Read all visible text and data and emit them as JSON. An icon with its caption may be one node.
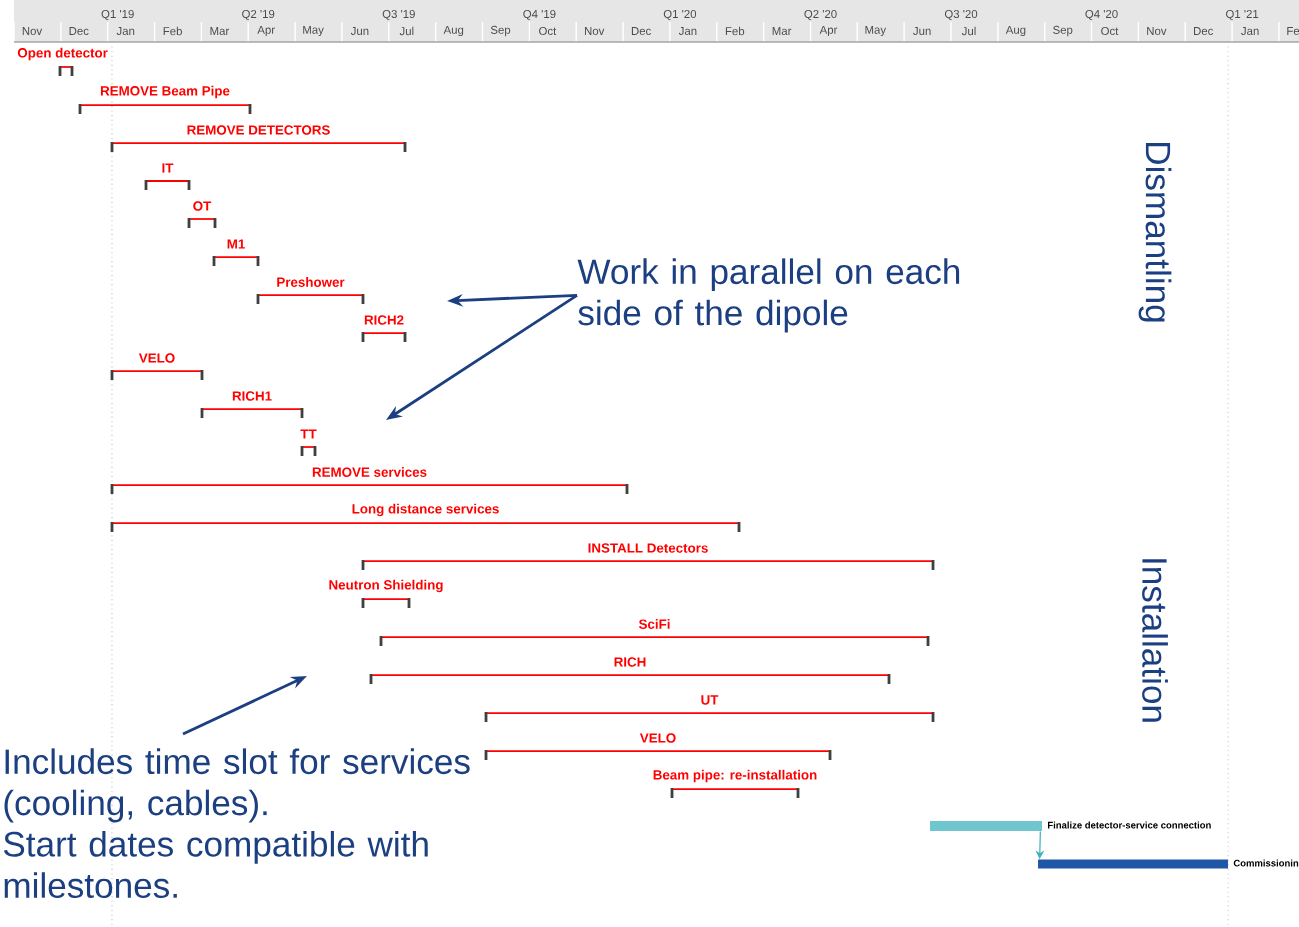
{
  "diagram": {
    "nodes": [
      {
        "text": [
          "Open detector"
        ]
      },
      {
        "text": [
          "REMOVE Beam Pipe"
        ]
      },
      {
        "text": [
          "REMOVE DETECTORS"
        ]
      },
      {
        "text": [
          "IT"
        ]
      },
      {
        "text": [
          "OT"
        ]
      },
      {
        "text": [
          "M1"
        ]
      },
      {
        "text": [
          "Preshower"
        ]
      },
      {
        "text": [
          "RICH2"
        ]
      },
      {
        "text": [
          "VELO"
        ]
      },
      {
        "text": [
          "RICH1"
        ]
      },
      {
        "text": [
          "TT"
        ]
      },
      {
        "text": [
          "REMOVE services"
        ]
      },
      {
        "text": [
          "Long distance services"
        ]
      },
      {
        "text": [
          "INSTALL Detectors"
        ]
      },
      {
        "text": [
          "Neutron Shielding"
        ]
      },
      {
        "text": [
          "SciFi"
        ]
      },
      {
        "text": [
          "RICH"
        ]
      },
      {
        "text": [
          "UT"
        ]
      },
      {
        "text": [
          "VELO"
        ]
      },
      {
        "text": [
          "Beam pipe: re-installation"
        ]
      },
      {
        "text": [
          "Finalize detector-service connection"
        ]
      },
      {
        "text": [
          "Commissionin"
        ]
      },
      {
        "text": [
          "Work in parallel on each side of the dipole"
        ]
      },
      {
        "text": [
          "Includes time slot for services (cooling, cables).",
          "Start dates compatible with milestones."
        ]
      }
    ],
    "edges": [
      {
        "from": 22,
        "to": null,
        "arrow": "to"
      },
      {
        "from": 22,
        "to": null,
        "arrow": "to"
      },
      {
        "from": 23,
        "to": null,
        "arrow": "to"
      },
      {
        "from": 20,
        "to": 21,
        "arrow": "to",
        "color": "#3fb1bf"
      }
    ],
    "labels": [
      "Q1 '19",
      "Q2 '19",
      "Q3 '19",
      "Q4 '19",
      "Q1 '20",
      "Q2 '20",
      "Q3 '20",
      "Q4 '20",
      "Q1 '21",
      "Nov",
      "Dec",
      "Jan",
      "Feb",
      "Mar",
      "Apr",
      "May",
      "Jun",
      "Jul",
      "Aug",
      "Sep",
      "Oct",
      "Nov",
      "Dec",
      "Jan",
      "Feb",
      "Mar",
      "Apr",
      "May",
      "Jun",
      "Jul",
      "Aug",
      "Sep",
      "Oct",
      "Nov",
      "Dec",
      "Jan",
      "Fe",
      "Dismantling",
      "Installation"
    ]
  }
}
